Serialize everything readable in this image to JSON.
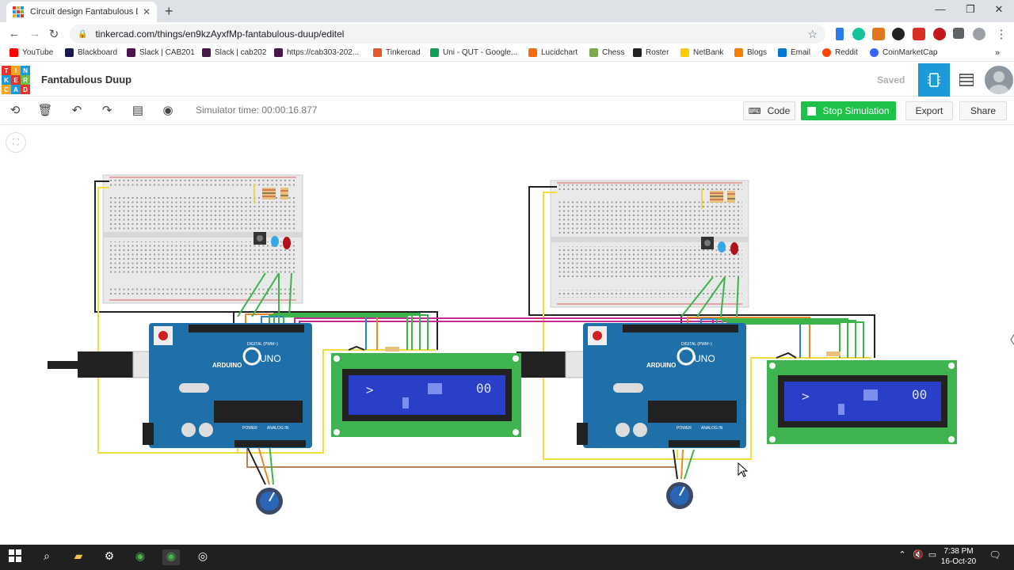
{
  "browser": {
    "tab_title": "Circuit design Fantabulous Duup",
    "tab_close": "✕",
    "new_tab": "+",
    "url": "tinkercad.com/things/en9kzAyxfMp-fantabulous-duup/editel",
    "window": {
      "minimize": "—",
      "maximize": "❐",
      "close": "✕"
    },
    "nav": {
      "back": "←",
      "forward": "→",
      "reload": "↻"
    },
    "bookmarks": [
      {
        "label": "YouTube",
        "color": "#ff0000"
      },
      {
        "label": "Blackboard",
        "color": "#1a1a4d"
      },
      {
        "label": "Slack | CAB201",
        "color": "#4a154b"
      },
      {
        "label": "Slack | cab202",
        "color": "#4a154b"
      },
      {
        "label": "https://cab303-202...",
        "color": "#4a154b"
      },
      {
        "label": "Tinkercad",
        "color": "#e05a2b"
      },
      {
        "label": "Uni - QUT - Google...",
        "color": "#0f9d58"
      },
      {
        "label": "Lucidchart",
        "color": "#f96b13"
      },
      {
        "label": "Chess",
        "color": "#7fa650"
      },
      {
        "label": "Roster",
        "color": "#222222"
      },
      {
        "label": "NetBank",
        "color": "#ffcc00"
      },
      {
        "label": "Blogs",
        "color": "#f57d00"
      },
      {
        "label": "Email",
        "color": "#0078d4"
      },
      {
        "label": "Reddit",
        "color": "#ff4500"
      },
      {
        "label": "CoinMarketCap",
        "color": "#3861fb"
      }
    ]
  },
  "app": {
    "logo_letters": [
      "T",
      "I",
      "N",
      "K",
      "E",
      "R",
      "C",
      "A",
      "D"
    ],
    "project_name": "Fantabulous Duup",
    "saved": "Saved",
    "simulator_time": "Simulator time: 00:00:16.877",
    "buttons": {
      "code": "Code",
      "stop": "Stop Simulation",
      "export": "Export",
      "share": "Share"
    }
  },
  "circuit": {
    "arduino_label": "UNO",
    "arduino_brand": "ARDUINO",
    "digital_label": "DIGITAL (PWM~)",
    "power_label": "POWER",
    "analog_label": "ANALOG IN",
    "lcd_left": {
      "char1": ">",
      "char2": "00"
    },
    "lcd_right": {
      "char1": ">",
      "char2": "00"
    }
  },
  "taskbar": {
    "time": "7:38 PM",
    "date": "16-Oct-20"
  },
  "colors": {
    "accent": "#1a9ad8",
    "stop_green": "#1ec24b",
    "arduino_blue": "#1f6fa8",
    "lcd_green": "#3fb34f",
    "lcd_screen": "#2a3fc8"
  }
}
